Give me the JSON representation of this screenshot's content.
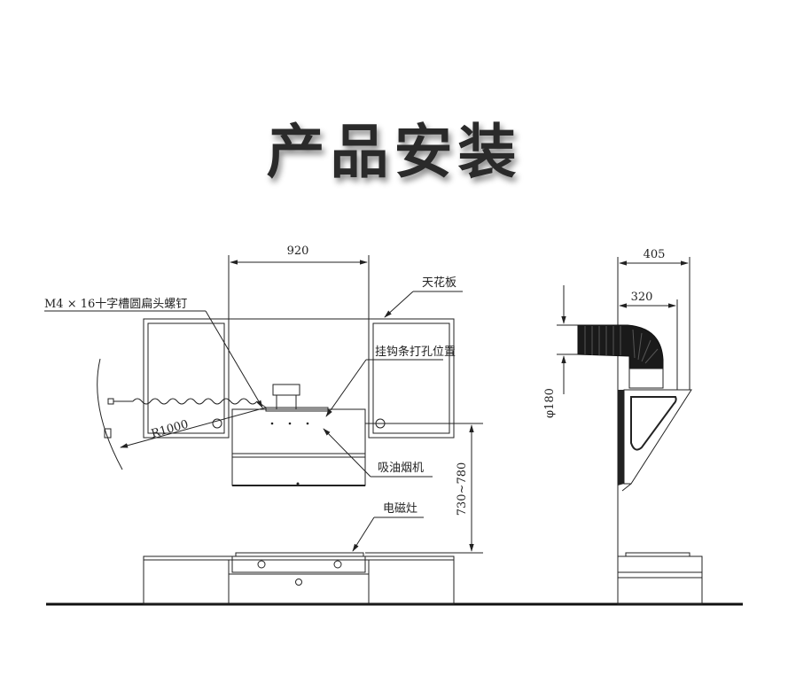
{
  "title": "产品安装",
  "labels": {
    "screw": "M4 × 16十字槽圆扁头螺钉",
    "ceiling": "天花板",
    "hook_position": "挂钩条打孔位置",
    "hood": "吸油烟机",
    "stove": "电磁灶",
    "radius": "R1000"
  },
  "dimensions": {
    "width_front": "920",
    "depth_total": "405",
    "depth_duct": "320",
    "duct_diameter": "φ180",
    "height_range": "730~780"
  }
}
